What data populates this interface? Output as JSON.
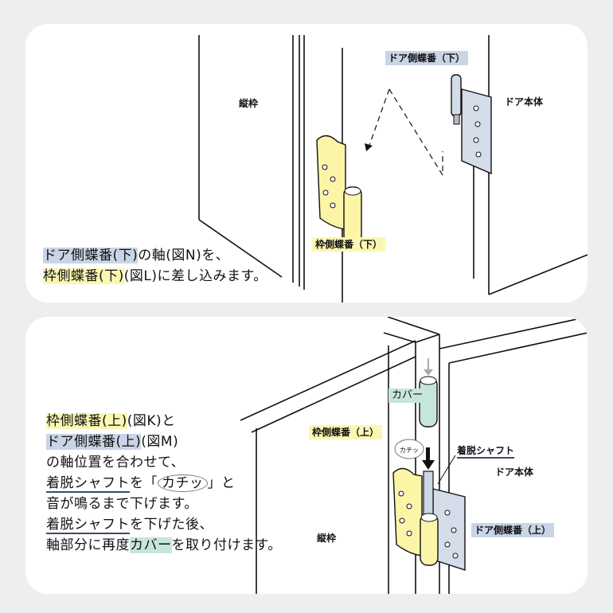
{
  "panel1": {
    "labels": {
      "frame": "縦枠",
      "door_body": "ドア本体",
      "door_hinge_lower": "ドア側蝶番（下）",
      "frame_hinge_lower": "枠側蝶番（下）"
    },
    "instruction": {
      "line1_hl": "ドア側蝶番(下)",
      "line1_rest": "の軸(図N)を、",
      "line2_hl": "枠側蝶番(下)",
      "line2_rest": "(図L)に差し込みます。"
    }
  },
  "panel2": {
    "labels": {
      "cover": "カバー",
      "frame_hinge_upper": "枠側蝶番（上）",
      "click": "カチッ",
      "shaft": "着脱シャフト",
      "door_body": "ドア本体",
      "door_hinge_upper": "ドア側蝶番（上）",
      "frame": "縦枠"
    },
    "instruction": {
      "l1_hl": "枠側蝶番(上)",
      "l1_rest": "(図K)と",
      "l2_hl": "ドア側蝶番(上)",
      "l2_rest": "(図M)",
      "l3": "の軸位置を合わせて、",
      "l4_ul": "着脱シャフト",
      "l4_a": "を「",
      "l4_bubble": "カチッ",
      "l4_b": "」と",
      "l5": "音が鳴るまで下げます。",
      "l6_ul": "着脱シャフト",
      "l6_rest": "を下げた後、",
      "l7_a": "軸部分に再度",
      "l7_hl": "カバー",
      "l7_b": "を取り付けます。"
    }
  },
  "colors": {
    "background": "#eeeeee",
    "panel": "#ffffff",
    "highlight_blue": "#c9d5e6",
    "highlight_yellow": "#fbf7b3",
    "highlight_green": "#c6e6d9"
  }
}
